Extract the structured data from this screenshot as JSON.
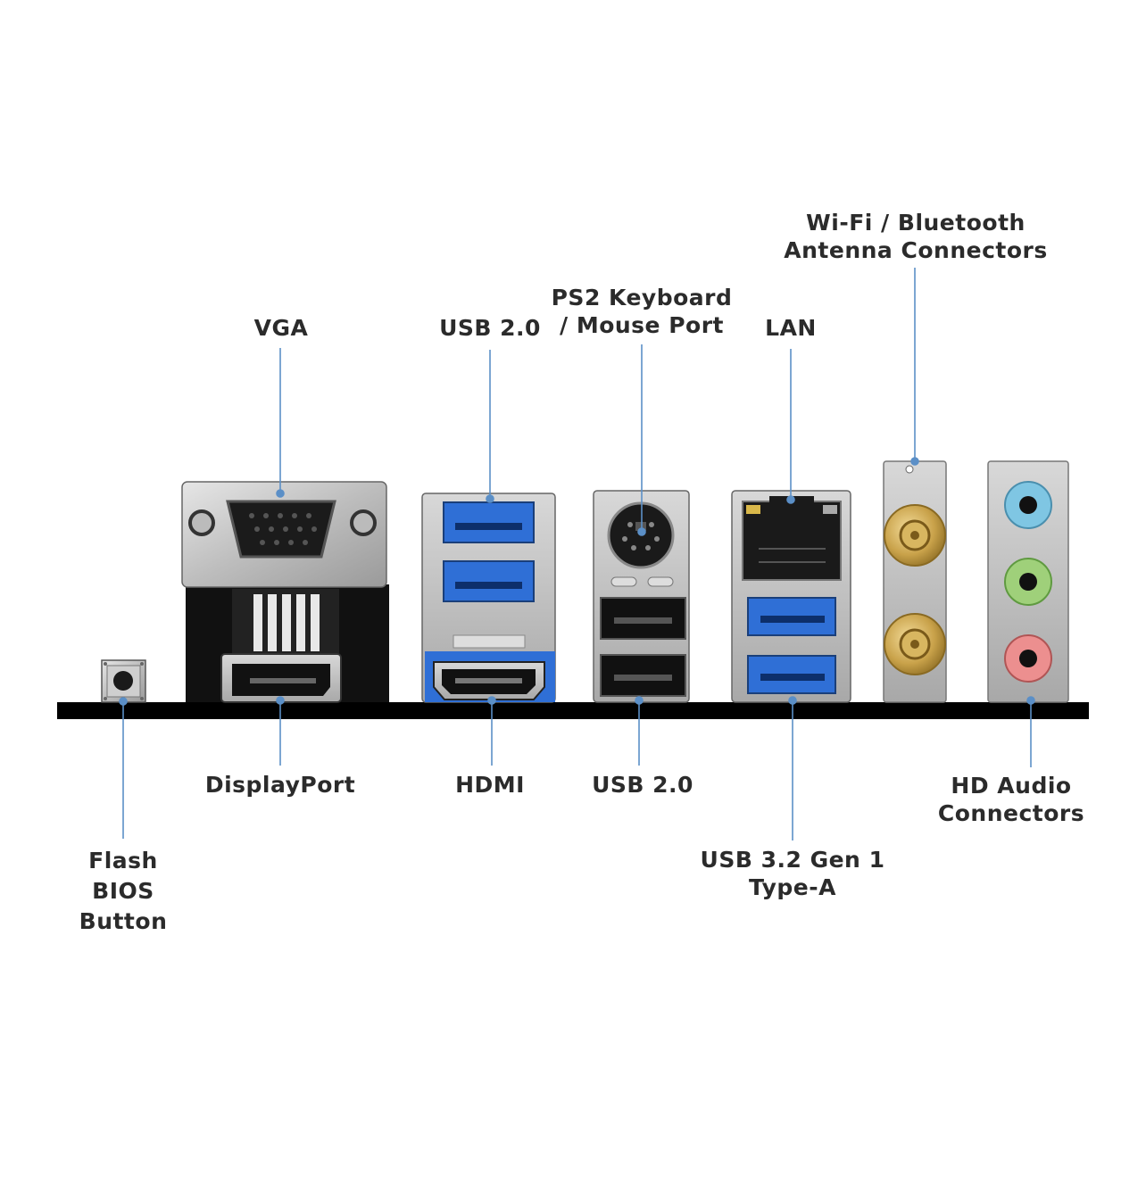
{
  "labels": {
    "vga": [
      "VGA"
    ],
    "usb20_top": [
      "USB 2.0"
    ],
    "ps2": [
      "PS2 Keyboard",
      "/ Mouse Port"
    ],
    "lan": [
      "LAN"
    ],
    "wifi": [
      "Wi-Fi / Bluetooth",
      "Antenna Connectors"
    ],
    "displayport": [
      "DisplayPort"
    ],
    "hdmi": [
      "HDMI"
    ],
    "usb20_bottom": [
      "USB 2.0"
    ],
    "audio": [
      "HD Audio",
      "Connectors"
    ],
    "flash_bios": [
      "Flash",
      "BIOS",
      "Button"
    ],
    "usb32": [
      "USB 3.2 Gen 1",
      "Type-A"
    ]
  },
  "colors": {
    "leader_line": "#5b8fc7",
    "usb3_blue": "#2f6fd6",
    "gold": "#c9a24a",
    "audio_blue": "#7fc6e3",
    "audio_green": "#9fd07a",
    "audio_pink": "#ec8f8f",
    "bar": "#000000"
  }
}
